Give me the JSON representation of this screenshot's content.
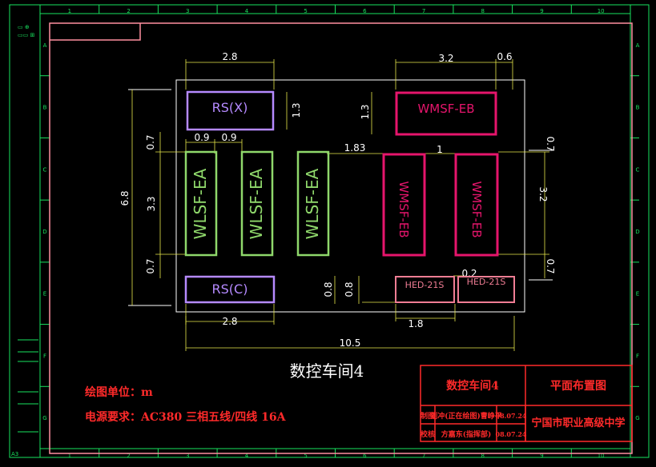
{
  "drawing_title": "数控车间4",
  "notes": {
    "unit": "绘图单位：m",
    "power": "电源要求：AC380 三相五线/四线 16A"
  },
  "sheet_label": "A3",
  "corner_icons": [
    "▭ ⊕",
    "▭▭ ⊞"
  ],
  "border": {
    "columns": [
      "1",
      "2",
      "3",
      "4",
      "5",
      "6",
      "7",
      "8",
      "9",
      "10"
    ],
    "rows": [
      "A",
      "B",
      "C",
      "D",
      "E",
      "F",
      "G"
    ]
  },
  "equipment": {
    "rs_x": "RS(X)",
    "rs_c": "RS(C)",
    "wmsf_top": "WMSF-EB",
    "wlsf": [
      "WLSF-EA",
      "WLSF-EA",
      "WLSF-EA"
    ],
    "wmsf_vertical": [
      "WMSF-EB",
      "WMSF-EB"
    ],
    "hed": [
      "HED-21S",
      "HED-21S"
    ]
  },
  "dimensions": {
    "top_left_width": "2.8",
    "top_right_width": "3.2",
    "top_right_gap": "0.6",
    "rs_x_height": "1.3",
    "wmsf_top_height": "1.3",
    "gap_09_a": "0.9",
    "gap_09_b": "0.9",
    "gap_183": "1.83",
    "gap_1": "1",
    "left_07_top": "0.7",
    "left_33": "3.3",
    "left_07_bottom": "0.7",
    "left_68": "6.8",
    "right_07_top": "0.7",
    "right_32": "3.2",
    "right_07_bottom": "0.7",
    "rs_c_height": "0.8",
    "hed_height": "0.8",
    "hed_gap": "0.2",
    "bottom_left_width": "2.8",
    "hed_width": "1.8",
    "total_width": "10.5"
  },
  "title_block": {
    "name": "数控车间4",
    "type": "平面布置图",
    "rows": [
      {
        "role": "制图",
        "person": "刘冲(正在绘图)曹峥平",
        "date": "08.07.24"
      },
      {
        "role": "校核",
        "person": "方嘉东(指挥部)",
        "date": "08.07.24"
      }
    ],
    "school": "宁国市职业高级中学"
  },
  "colors": {
    "border": "#19e35f",
    "frame": "#ff8fa0",
    "lavender": "#b58aff",
    "wlsf": "#8fd86b",
    "magenta": "#e6156c",
    "hed": "#f07d94",
    "notes": "#ff2a2a",
    "dim_line": "#e8e84a"
  }
}
